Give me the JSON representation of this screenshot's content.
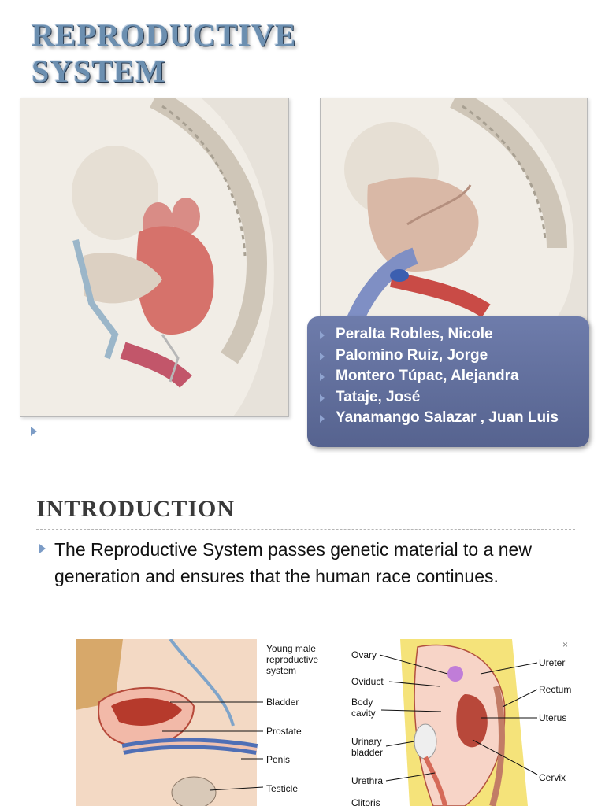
{
  "slide1": {
    "title_line1": "REPRODUCTIVE",
    "title_line2": "SYSTEM",
    "names": [
      "Peralta Robles, Nicole",
      "Palomino Ruiz, Jorge",
      "Montero Túpac, Alejandra",
      "Tataje, José",
      "Yanamango Salazar , Juan Luis"
    ]
  },
  "slide2": {
    "title": "INTRODUCTION",
    "bullet_text": "The Reproductive System passes genetic material to a new generation and ensures that the human race continues.",
    "male_diagram": {
      "caption_line1": "Young male",
      "caption_line2": "reproductive",
      "caption_line3": "system",
      "labels": [
        "Bladder",
        "Prostate",
        "Penis",
        "Testicle"
      ]
    },
    "female_diagram": {
      "close_mark": "×",
      "labels_left": [
        "Ovary",
        "Oviduct",
        "Body",
        "cavity",
        "Urinary",
        "bladder",
        "Urethra",
        "Clitoris"
      ],
      "labels_right": [
        "Ureter",
        "Rectum",
        "Uterus",
        "Cervix"
      ]
    }
  },
  "colors": {
    "title": "#6c8fb0",
    "names_box": "#5f6c99",
    "bullet": "#7c9cc6"
  }
}
